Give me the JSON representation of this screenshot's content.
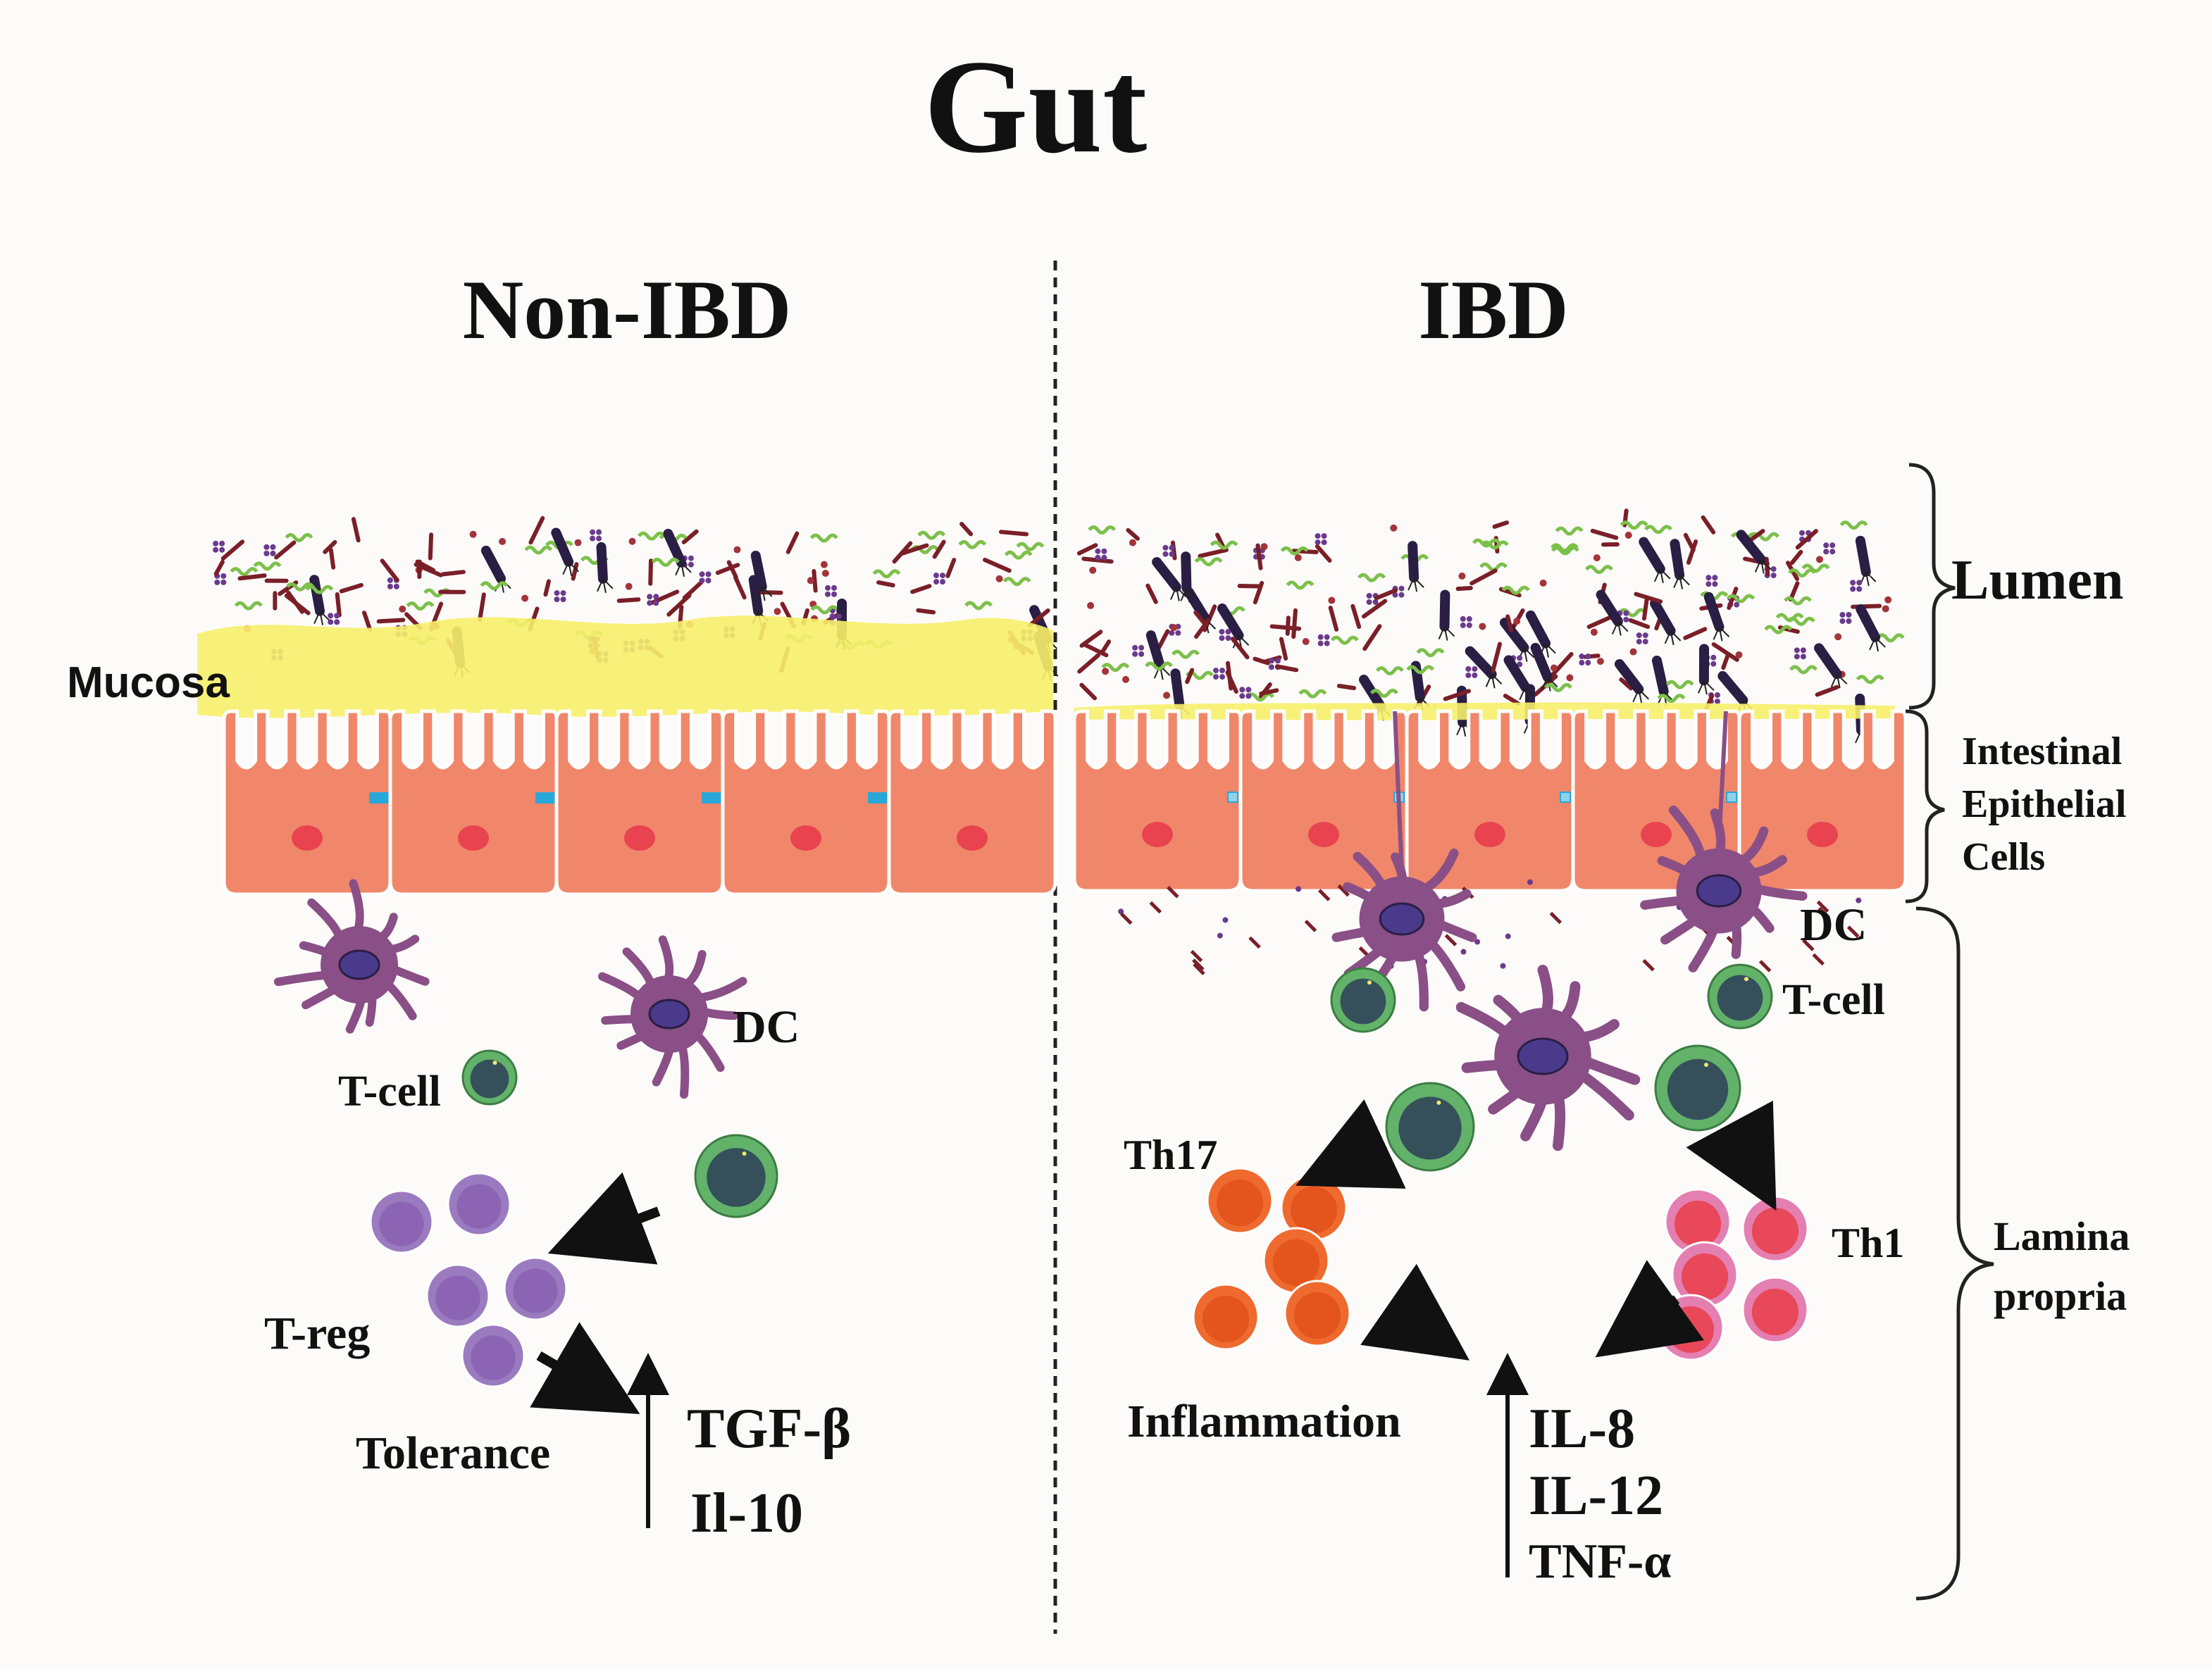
{
  "title": "Gut",
  "left_panel": {
    "heading": "Non-IBD",
    "mucosa_label": "Mucosa",
    "dc_label": "DC",
    "tcell_label": "T-cell",
    "treg_label": "T-reg",
    "tolerance_label": "Tolerance",
    "cytokines": [
      "TGF-β",
      "Il-10"
    ]
  },
  "right_panel": {
    "heading": "IBD",
    "dc_label": "DC",
    "tcell_label": "T-cell",
    "th17_label": "Th17",
    "th1_label": "Th1",
    "inflammation_label": "Inflammation",
    "cytokines": [
      "IL-8",
      "IL-12",
      "TNF-α"
    ]
  },
  "regions": {
    "lumen": "Lumen",
    "epithelial": [
      "Intestinal",
      "Epithelial",
      "Cells"
    ],
    "lamina": [
      "Lamina",
      "propria"
    ]
  },
  "colors": {
    "epithelium": "#f0876a",
    "nucleus": "#e8434f",
    "mucus": "#f7f06a",
    "junction": "#2aa7d9",
    "dendritic_cell": "#8a4f86",
    "dc_nucleus": "#4a3a8c",
    "t_cell_ring": "#62b26a",
    "t_cell_core": "#35505a",
    "treg": "#9b7bc0",
    "th17": "#ef6a2e",
    "th1_ring": "#e47fb2",
    "th1_core": "#e8434f"
  }
}
